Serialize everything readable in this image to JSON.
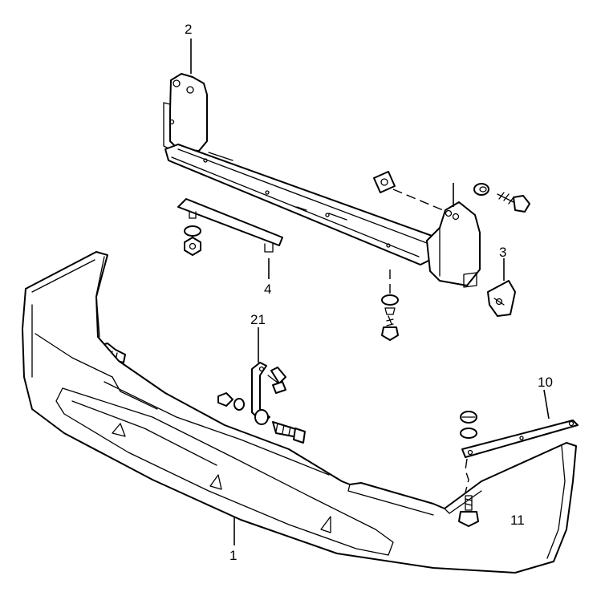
{
  "callouts": {
    "c1": "1",
    "c2": "2",
    "c3": "3",
    "c4": "4",
    "c10": "10",
    "c11": "11",
    "c21": "21"
  }
}
